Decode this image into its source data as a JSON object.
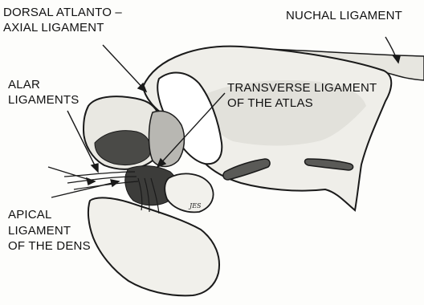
{
  "labels": {
    "dorsal_line1": "DORSAL ATLANTO –",
    "dorsal_line2": "AXIAL LIGAMENT",
    "nuchal": "NUCHAL LIGAMENT",
    "alar_line1": "ALAR",
    "alar_line2": "LIGAMENTS",
    "transverse_line1": "TRANSVERSE LIGAMENT",
    "transverse_line2": "OF THE ATLAS",
    "apical_line1": "APICAL",
    "apical_line2": "LIGAMENT",
    "apical_line3": "OF THE DENS"
  },
  "signature": "JES",
  "colors": {
    "ink": "#1a1a1a",
    "bone": "#efeee9",
    "shade": "#9a9a96",
    "dark": "#3c3c3a",
    "background": "#fdfdfb"
  }
}
